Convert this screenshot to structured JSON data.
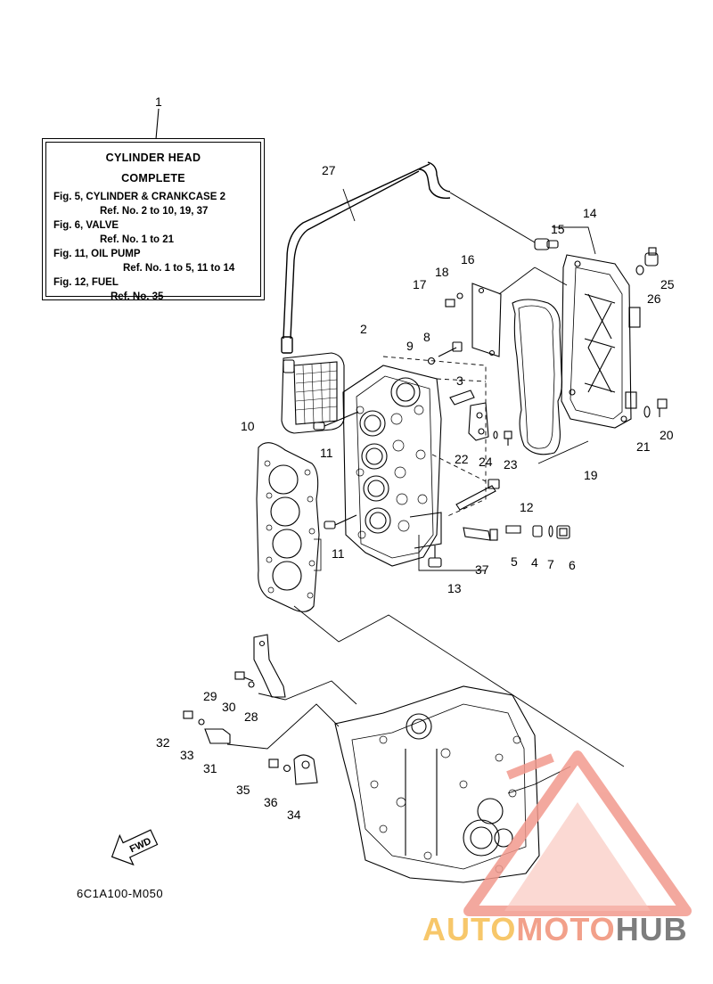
{
  "infobox": {
    "title": "CYLINDER HEAD",
    "subtitle": "COMPLETE",
    "lines": [
      "Fig. 5, CYLINDER & CRANKCASE 2",
      "Ref. No. 2 to 10, 19, 37",
      "Fig. 6, VALVE",
      "Ref. No. 1 to 21",
      "Fig. 11, OIL PUMP",
      "Ref. No. 1 to 5, 11 to 14",
      "Fig. 12, FUEL",
      "Ref. No. 35"
    ]
  },
  "callouts": [
    "1",
    "2",
    "3",
    "4",
    "5",
    "6",
    "7",
    "8",
    "9",
    "10",
    "11",
    "11",
    "12",
    "13",
    "14",
    "15",
    "16",
    "17",
    "18",
    "19",
    "20",
    "21",
    "22",
    "23",
    "24",
    "25",
    "26",
    "27",
    "28",
    "29",
    "30",
    "31",
    "32",
    "33",
    "34",
    "35",
    "36",
    "37"
  ],
  "figure_code": "6C1A100-M050",
  "fwd_label": "FWD",
  "watermark": {
    "part1": "AUTO",
    "part2": "MOTO",
    "part3": "HUB"
  }
}
